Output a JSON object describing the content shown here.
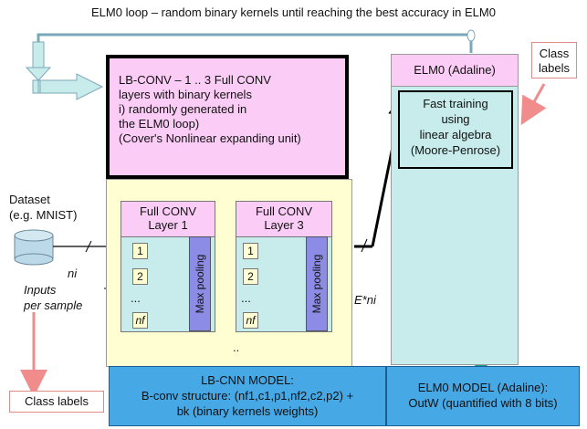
{
  "title": "ELM0 loop – random binary kernels until reaching the best accuracy in ELM0",
  "lbconv": {
    "line1": "LB-CONV – 1 .. 3  Full CONV",
    "line2": "layers with binary kernels",
    "line3": "i) randomly generated in",
    "line4": "the ELM0 loop)",
    "line5": "(Cover's Nonlinear expanding unit)"
  },
  "dataset": {
    "line1": "Dataset",
    "line2": "(e.g. MNIST)"
  },
  "ni_label": "ni",
  "inputs": {
    "line1": "Inputs",
    "line2": "per sample"
  },
  "layer1": {
    "line1": "Full CONV",
    "line2": "Layer 1",
    "items": [
      "1",
      "2",
      "...",
      "nf"
    ],
    "pool": "Max pooling"
  },
  "layer3": {
    "line1": "Full CONV",
    "line2": "Layer 3",
    "items": [
      "1",
      "2",
      "...",
      "nf"
    ],
    "pool": "Max pooling"
  },
  "between_dots": "..",
  "eni_label": "E*ni",
  "elm0": {
    "head": "ELM0 (Adaline)",
    "fast1": "Fast training",
    "fast2": "using",
    "fast3": "linear algebra",
    "fast4": "(Moore-Penrose)"
  },
  "class_labels_top": {
    "line1": "Class",
    "line2": "labels"
  },
  "class_labels_bottom": "Class labels",
  "lbcnn_model": {
    "line1": "LB-CNN MODEL:",
    "line2": "B-conv structure: (nf1,c1,p1,nf2,c2,p2) +",
    "line3": "bk (binary kernels weights)"
  },
  "elm0_model": {
    "line1": "ELM0 MODEL (Adaline):",
    "line2": "OutW (quantified with 8 bits)"
  },
  "colors": {
    "pink": "#fbcdf6",
    "cyan": "#c8ecec",
    "yellow": "#fefed2",
    "blue": "#47a8e6",
    "pool": "#8c8ce6",
    "teal_arrow": "#1a9c8c",
    "red_arrow": "#f08c8c"
  }
}
